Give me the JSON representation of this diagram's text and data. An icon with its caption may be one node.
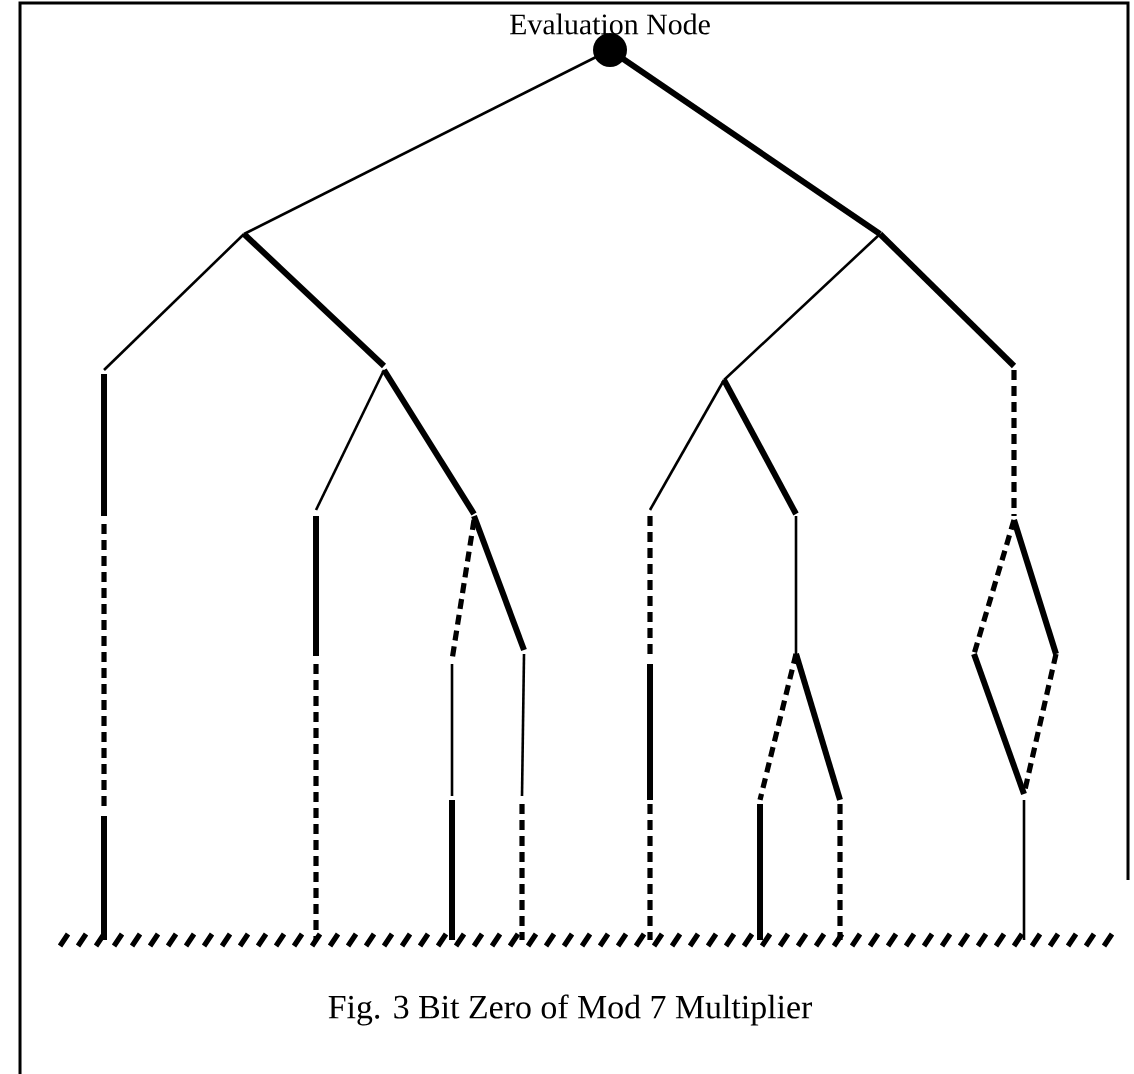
{
  "diagram": {
    "caption": "Fig. 3 Bit Zero of Mod 7 Multiplier",
    "nodes": [
      {
        "text": [],
        "shape": "circle",
        "beside": [
          "Evaluation Node"
        ]
      }
    ]
  }
}
